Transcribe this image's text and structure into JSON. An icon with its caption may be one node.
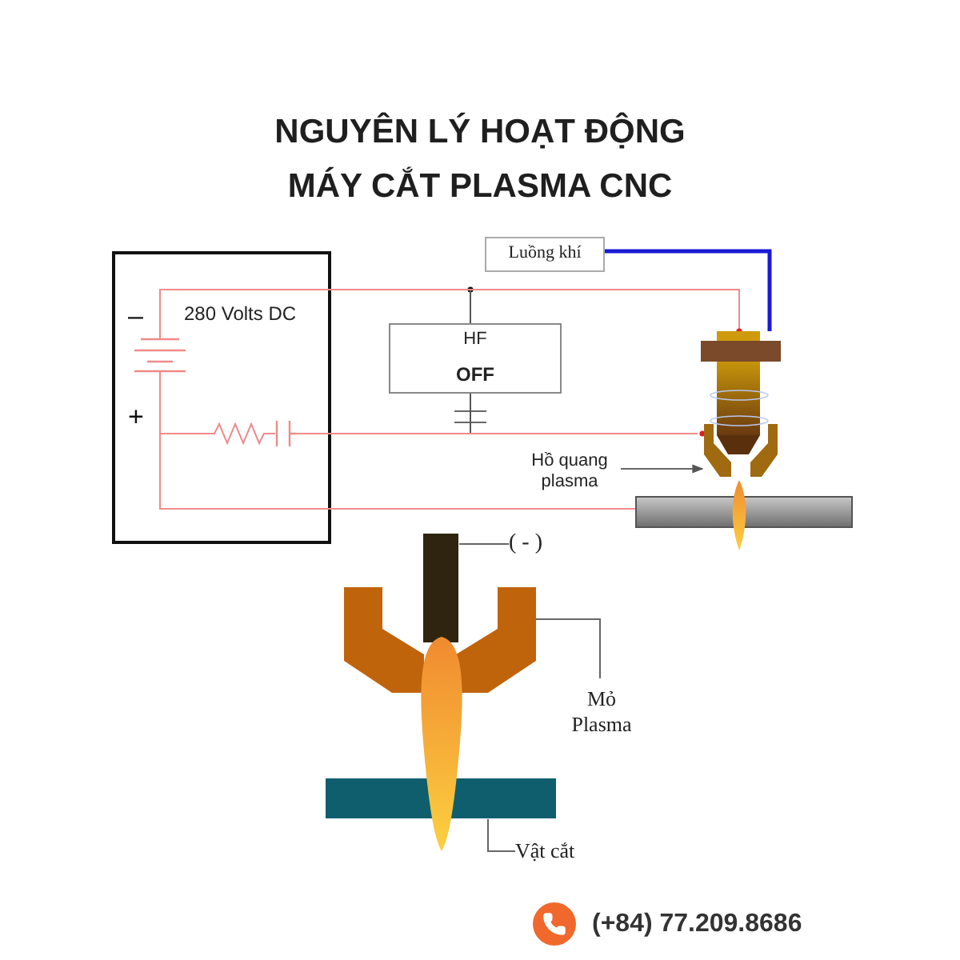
{
  "diagram": {
    "title": "NGUYÊN LÝ HOẠT ĐỘNG MÁY CẮT PLASMA CNC",
    "nodes": [
      {
        "text": [
          "280 Volts DC"
        ]
      },
      {
        "text": [
          "Luồng khí"
        ]
      },
      {
        "text": [
          "HF",
          "OFF"
        ]
      },
      {
        "text": [],
        "shape": "picture"
      },
      {
        "text": [
          "Hồ quang plasma"
        ]
      },
      {
        "text": [],
        "shape": "bar"
      },
      {
        "text": [],
        "shape": "bar"
      },
      {
        "text": [
          "( - )"
        ]
      },
      {
        "text": [],
        "shape": "picture"
      },
      {
        "text": [
          "Mỏ Plasma"
        ]
      },
      {
        "text": [],
        "shape": "bar"
      },
      {
        "text": [
          "Vật cắt"
        ]
      }
    ],
    "edges": [
      {
        "from": 0,
        "to": 3,
        "arrow": "none",
        "color": "#f08a8a"
      },
      {
        "from": 0,
        "to": 3,
        "arrow": "none",
        "color": "#f08a8a"
      },
      {
        "from": 0,
        "to": 5,
        "arrow": "none",
        "color": "#f08a8a"
      },
      {
        "from": 1,
        "to": 3,
        "arrow": "none",
        "style": "thick",
        "color": "#1a1ad6"
      },
      {
        "from": 4,
        "to": 3,
        "arrow": "to"
      },
      {
        "from": 7,
        "to": 6,
        "arrow": "none"
      },
      {
        "from": 9,
        "to": 8,
        "arrow": "none"
      },
      {
        "from": 11,
        "to": 10,
        "arrow": "none"
      },
      {
        "from": 2,
        "to": 0,
        "arrow": "none",
        "color": "#555555"
      },
      {
        "from": 2,
        "to": 3,
        "arrow": "none",
        "color": "#555555"
      }
    ],
    "labels": [
      "–",
      "+",
      "(+84) 77.209.8686"
    ]
  }
}
